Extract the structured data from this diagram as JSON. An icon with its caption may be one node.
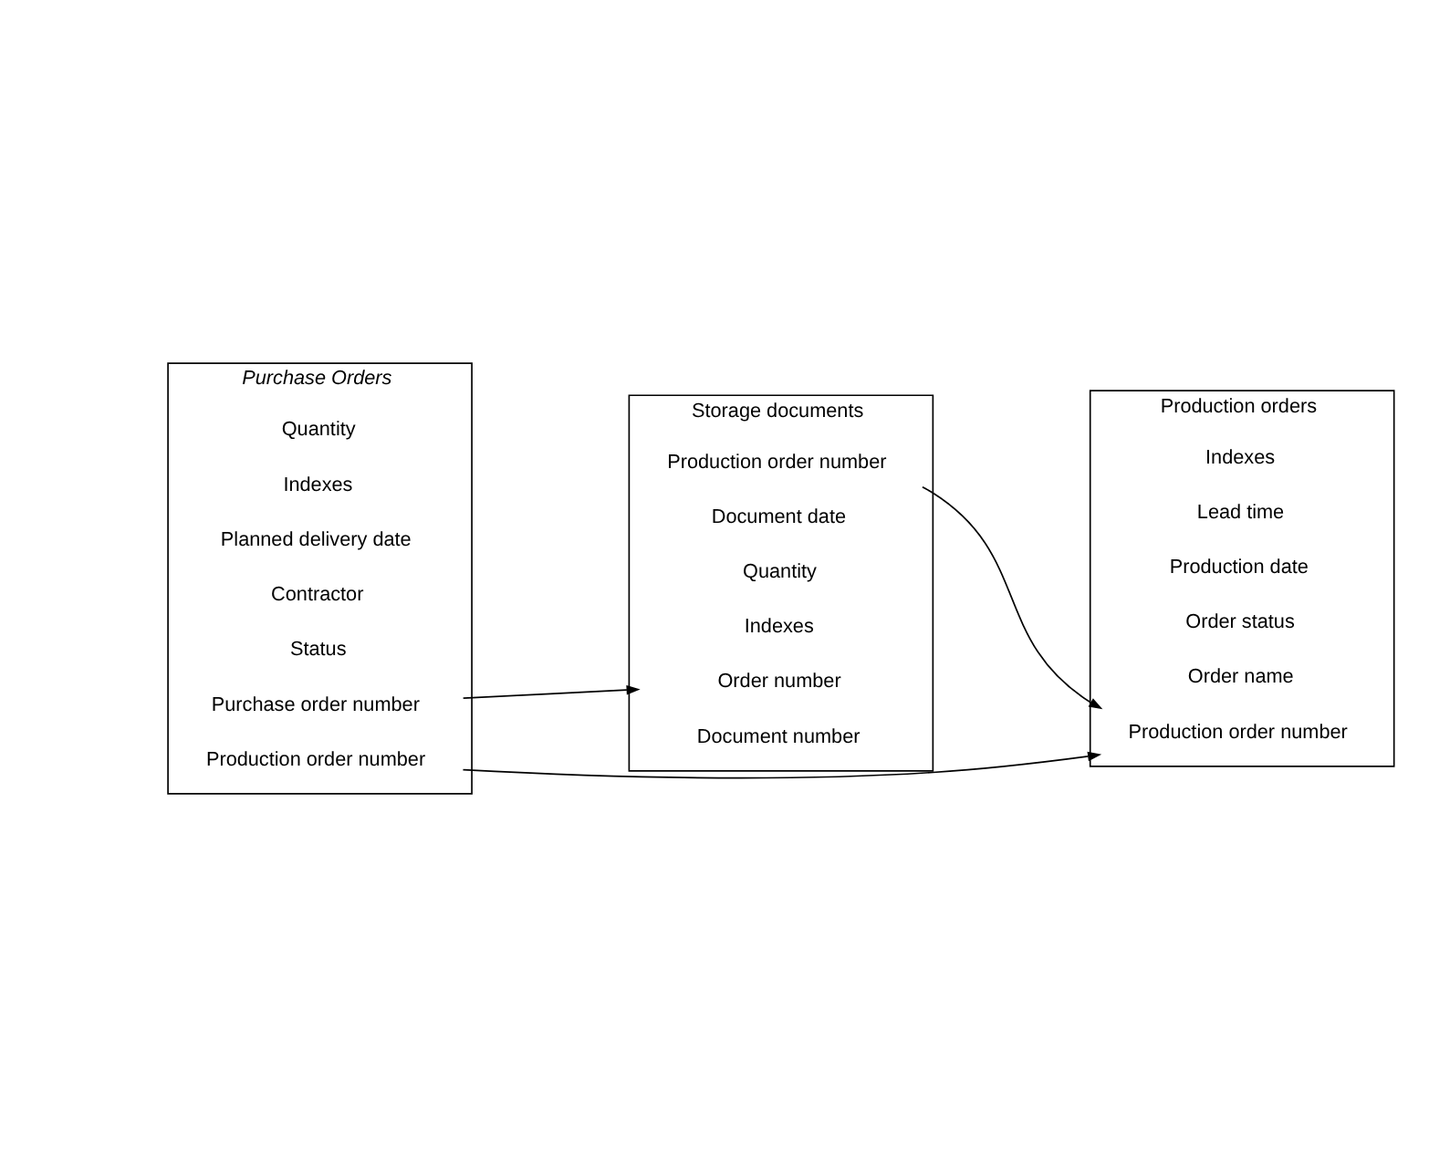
{
  "diagram": {
    "nodes": [
      {
        "text": [
          "Purchase Orders"
        ]
      },
      {
        "text": [
          "Purchase order number"
        ],
        "in": 0
      },
      {
        "text": [
          "Status"
        ],
        "in": 0
      },
      {
        "text": [
          "Contractor"
        ],
        "in": 0
      },
      {
        "text": [
          "Planned delivery date"
        ],
        "in": 0
      },
      {
        "text": [
          "Indexes"
        ],
        "in": 0
      },
      {
        "text": [
          "Quantity"
        ],
        "in": 0
      },
      {
        "text": [
          "Production order number"
        ],
        "in": 0
      },
      {
        "text": [
          "Storage documents"
        ]
      },
      {
        "text": [
          "Document number"
        ],
        "in": 8
      },
      {
        "text": [
          "Order number"
        ],
        "in": 8
      },
      {
        "text": [
          "Indexes"
        ],
        "in": 8
      },
      {
        "text": [
          "Quantity"
        ],
        "in": 8
      },
      {
        "text": [
          "Document date"
        ],
        "in": 8
      },
      {
        "text": [
          "Production order number"
        ],
        "in": 8
      },
      {
        "text": [
          "Production orders"
        ]
      },
      {
        "text": [
          "Production order number"
        ],
        "in": 15
      },
      {
        "text": [
          "Order name"
        ],
        "in": 15
      },
      {
        "text": [
          "Order status"
        ],
        "in": 15
      },
      {
        "text": [
          "Production date"
        ],
        "in": 15
      },
      {
        "text": [
          "Lead time"
        ],
        "in": 15
      },
      {
        "text": [
          "Indexes"
        ],
        "in": 15
      }
    ],
    "edges": [
      {
        "from": 1,
        "to": 10,
        "arrow": "to"
      },
      {
        "from": 7,
        "to": 16,
        "arrow": "to"
      },
      {
        "from": 14,
        "to": 16,
        "arrow": "to"
      }
    ]
  }
}
